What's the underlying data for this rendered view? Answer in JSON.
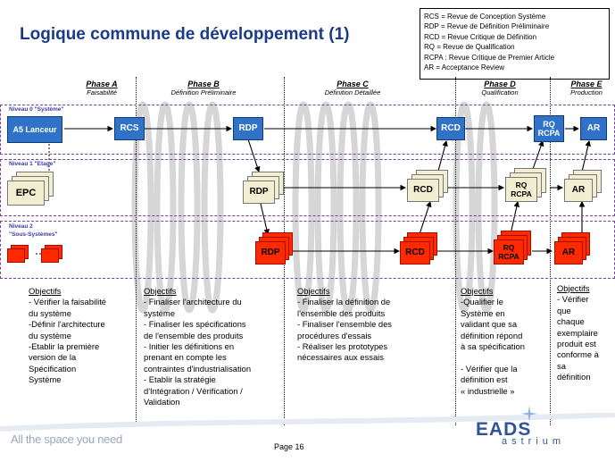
{
  "title": "Logique commune de développement  (1)",
  "legend": [
    "RCS = Revue de Conception Système",
    "RDP = Revue de Définition Préliminaire",
    "RCD = Revue Critique de Définition",
    "RQ = Revue de Qualification",
    "RCPA : Revue Critique de Premier Article",
    "AR = Acceptance Review"
  ],
  "phases": [
    {
      "name": "Phase A",
      "desc": "Faisabilité"
    },
    {
      "name": "Phase B",
      "desc": "Définition Préliminaire"
    },
    {
      "name": "Phase C",
      "desc": "Définition Détaillée"
    },
    {
      "name": "Phase D",
      "desc": "Qualification"
    },
    {
      "name": "Phase E",
      "desc": "Production"
    }
  ],
  "levels": {
    "l0": "Niveau 0 \"Système\"",
    "l1": "Niveau 1 \"Etage\"",
    "l2a": "Niveau 2",
    "l2b": "\"Sous-Systèmes\""
  },
  "level0": {
    "a5": "A5 Lanceur",
    "rcs": "RCS",
    "rdp": "RDP",
    "rcd": "RCD",
    "rq": "RQ RCPA",
    "ar": "AR"
  },
  "level1": {
    "epc": "EPC",
    "rdp": "RDP",
    "rcd": "RCD",
    "rq": "RQ RCPA",
    "ar": "AR"
  },
  "level2": {
    "rdp": "RDP",
    "rcd": "RCD",
    "rq": "RQ RCPA",
    "ar": "AR"
  },
  "objectives": [
    {
      "heading": "Objectifs",
      "lines": [
        "- Vérifier la faisabilité",
        "du système",
        "-Définir l'architecture",
        "du système",
        "-Etablir la première",
        "version de la",
        "Spécification",
        "Système"
      ]
    },
    {
      "heading": "Objectifs",
      "lines": [
        "- Finaliser l'architecture du",
        "système",
        "- Finaliser les spécifications",
        "de l'ensemble des produits",
        "- Initier les définitions en",
        "prenant en compte les",
        "contraintes d'industrialisation",
        "- Etablir la stratégie",
        "d'Intégration / Vérification /",
        "Validation"
      ]
    },
    {
      "heading": "Objectifs",
      "lines": [
        "- Finaliser la définition de",
        "l'ensemble des produits",
        "- Finaliser l'ensemble des",
        "procédures d'essais",
        "- Réaliser les prototypes",
        "nécessaires aux essais"
      ]
    },
    {
      "heading": "Objectifs",
      "lines": [
        "-Qualifier le",
        "Système en",
        "validant que sa",
        "définition répond",
        "à sa spécification",
        "",
        "- Vérifier que la",
        "définition est",
        "« industrielle »"
      ]
    },
    {
      "heading": "Objectifs",
      "lines": [
        "- Vérifier",
        "que",
        "chaque",
        "exemplaire",
        "produit est",
        "conforme à",
        "sa",
        "définition"
      ]
    }
  ],
  "footer": {
    "tagline": "All the space you need",
    "page": "Page 16",
    "logo_top": "EADS",
    "logo_bottom": "astrium"
  },
  "colors": {
    "title": "#1a3a8a",
    "system_box": "#2f72c8",
    "stage_box": "#f2eed2",
    "subsystem_box": "#ff2a00",
    "band_border": "#7b3fa0"
  }
}
